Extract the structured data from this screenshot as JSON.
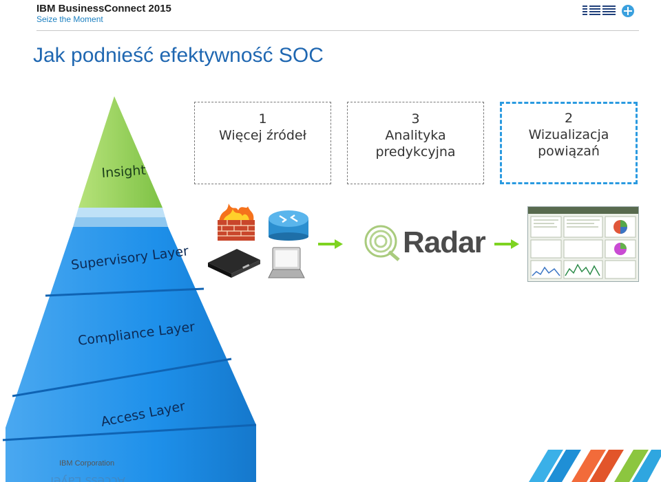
{
  "header": {
    "brand_title": "IBM BusinessConnect 2015",
    "brand_subtitle": "Seize the Moment",
    "ibm_logo_text": "IBM."
  },
  "slide": {
    "title": "Jak podnieść efektywność SOC"
  },
  "pyramid": {
    "layers": [
      "Insight",
      "Supervisory Layer",
      "Compliance Layer",
      "Access Layer"
    ],
    "reflection_text": "Access Layer",
    "colors": {
      "insight": "#93d159",
      "layers": "#1e90ea",
      "divider": "#0f63b3"
    }
  },
  "boxes": [
    {
      "number": "1",
      "label": "Więcej źródeł"
    },
    {
      "number": "3",
      "label_line1": "Analityka",
      "label_line2": "predykcyjna"
    },
    {
      "number": "2",
      "label_line1": "Wizualizacja",
      "label_line2": "powiązań"
    }
  ],
  "flow": {
    "source_icons": [
      "firewall-icon",
      "router-icon",
      "server-appliance-icon",
      "laptop-icon"
    ],
    "product_name": "Radar",
    "product_icon": "qradar-logo-icon",
    "output_icon": "dashboard-screenshot",
    "arrow_color": "#7ed321"
  },
  "footer": {
    "copyright": "IBM Corporation"
  }
}
